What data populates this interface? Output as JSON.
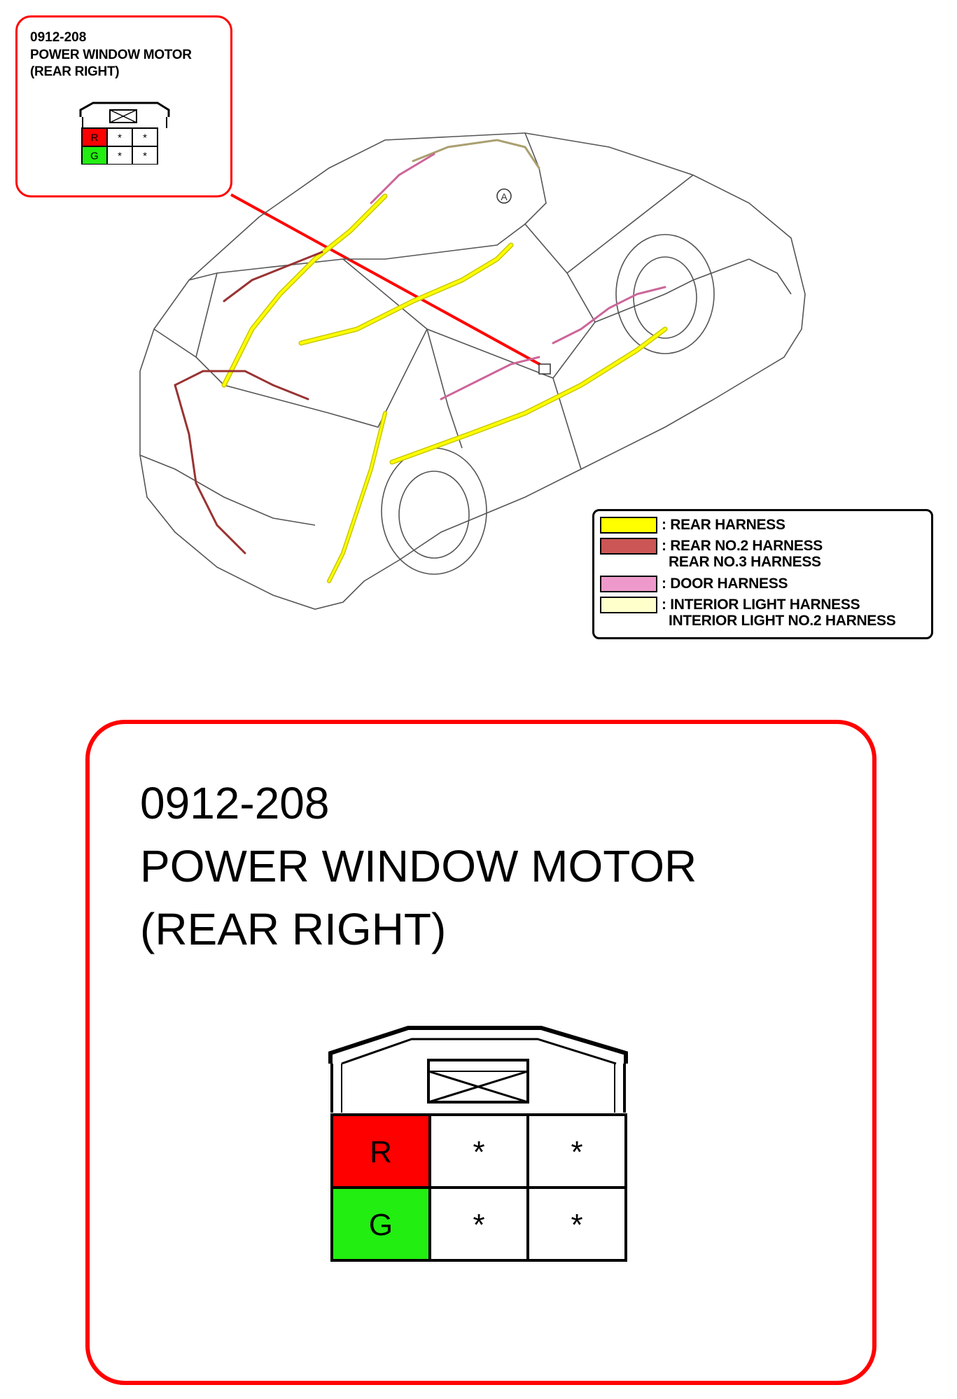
{
  "connector": {
    "code": "0912-208",
    "name_line1": "POWER WINDOW MOTOR",
    "name_line2": "(REAR RIGHT)",
    "pins": [
      {
        "label": "R",
        "color": "#ff0000"
      },
      {
        "label": "*",
        "color": "#ffffff"
      },
      {
        "label": "*",
        "color": "#ffffff"
      },
      {
        "label": "G",
        "color": "#22ee11"
      },
      {
        "label": "*",
        "color": "#ffffff"
      },
      {
        "label": "*",
        "color": "#ffffff"
      }
    ]
  },
  "car": {
    "marker_label": "A"
  },
  "legend": [
    {
      "color": "#ffff00",
      "lines": [
        ": REAR HARNESS"
      ]
    },
    {
      "color": "#cc5555",
      "lines": [
        ": REAR NO.2 HARNESS",
        "REAR NO.3 HARNESS"
      ]
    },
    {
      "color": "#ee99cc",
      "lines": [
        ": DOOR HARNESS"
      ]
    },
    {
      "color": "#ffffcc",
      "lines": [
        ": INTERIOR LIGHT HARNESS",
        "INTERIOR LIGHT NO.2 HARNESS"
      ]
    }
  ],
  "colors": {
    "callout_border": "#ff0000",
    "rear_harness": "#ffff00",
    "rear_no2_harness": "#cc5555",
    "door_harness": "#ee99cc",
    "interior_light_harness": "#ffffcc"
  }
}
